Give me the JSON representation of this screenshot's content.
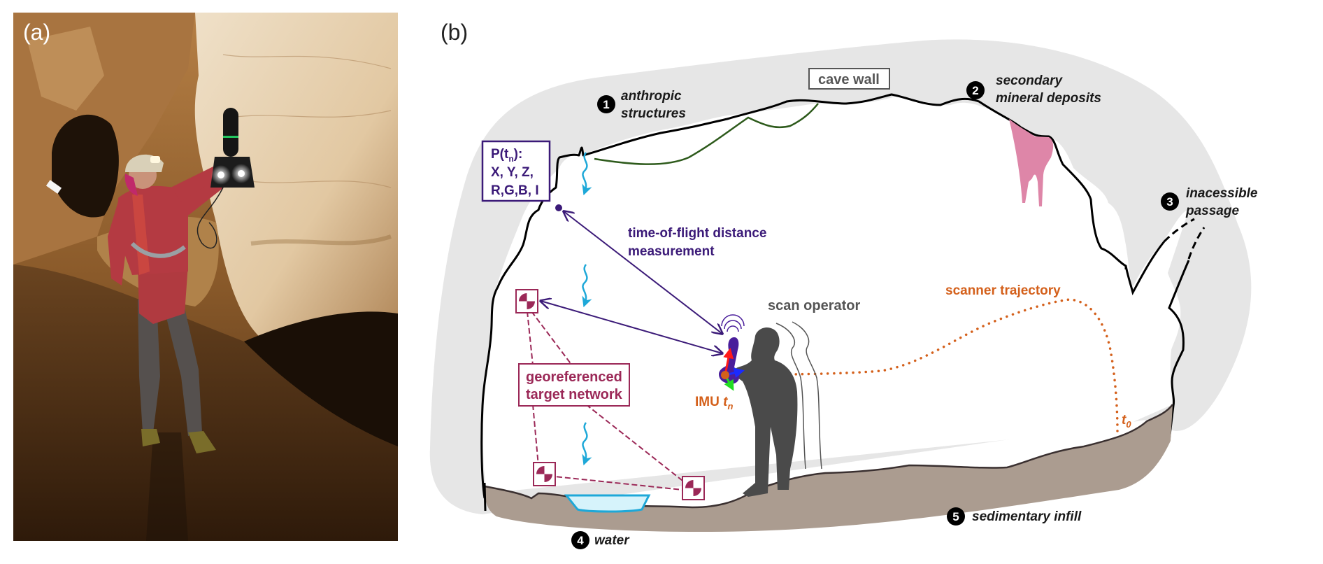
{
  "panels": {
    "a": {
      "label": "(a)",
      "description": "Photograph of a caver in red suit holding a handheld mobile laser scanner against a cave wall"
    },
    "b": {
      "label": "(b)"
    }
  },
  "diagram": {
    "cave_wall_label": "cave wall",
    "point_box": {
      "line1_prefix": "P(t",
      "line1_sub": "n",
      "line1_suffix": "):",
      "line2": "X, Y, Z,",
      "line3": "R,G,B, I"
    },
    "tof": {
      "line1": "time-of-flight distance",
      "line2": "measurement"
    },
    "target_network": {
      "line1": "georeferenced",
      "line2": "target network"
    },
    "scan_operator": "scan operator",
    "imu": {
      "prefix": "IMU ",
      "var": "t",
      "sub": "n"
    },
    "trajectory": {
      "label": "scanner trajectory",
      "start_var": "t",
      "start_sub": "0"
    },
    "features": [
      {
        "number": "1",
        "line1": "anthropic",
        "line2": "structures"
      },
      {
        "number": "2",
        "line1": "secondary",
        "line2": "mineral deposits"
      },
      {
        "number": "3",
        "line1": "inacessible",
        "line2": "passage"
      },
      {
        "number": "4",
        "line1": "water",
        "line2": ""
      },
      {
        "number": "5",
        "line1": "sedimentary infill",
        "line2": ""
      }
    ],
    "colors": {
      "rock": "#e6e6e6",
      "wall": "#000000",
      "sediment": "#ab9c90",
      "water": "#d6f3fb",
      "water_edge": "#1ea8d8",
      "deposit": "#de86a8",
      "anthropic": "#2d5a1b",
      "drip": "#1ea8d8",
      "measure": "#3b1a78",
      "target": "#9b2857",
      "trajectory": "#d4601b",
      "operator": "#4a4a4a"
    }
  }
}
